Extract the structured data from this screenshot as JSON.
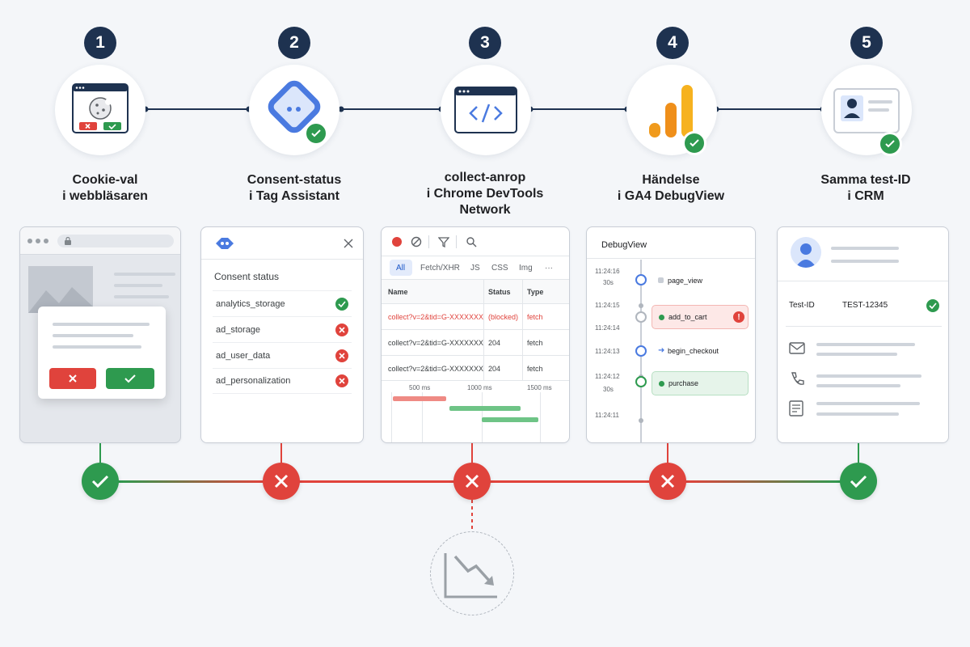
{
  "colors": {
    "navy": "#1e3250",
    "green": "#2e9a4f",
    "red": "#e0433c",
    "blue": "#4a7ae0",
    "orange": "#f09a1c"
  },
  "steps": [
    {
      "number": "1",
      "title_line1": "Cookie-val",
      "title_line2": "i webbläsaren",
      "icon": "cookie-banner-icon",
      "status": "ok"
    },
    {
      "number": "2",
      "title_line1": "Consent-status",
      "title_line2": "i Tag Assistant",
      "icon": "tag-assistant-icon",
      "status": "bad"
    },
    {
      "number": "3",
      "title_line1": "collect-anrop",
      "title_line2": "i Chrome DevTools",
      "title_line3": "Network",
      "icon": "code-window-icon",
      "status": "bad"
    },
    {
      "number": "4",
      "title_line1": "Händelse",
      "title_line2": "i GA4 DebugView",
      "icon": "ga4-bars-icon",
      "status": "bad"
    },
    {
      "number": "5",
      "title_line1": "Samma test-ID",
      "title_line2": "i CRM",
      "icon": "contact-card-icon",
      "status": "ok"
    }
  ],
  "consent": {
    "title": "Consent status",
    "rows": [
      {
        "name": "analytics_storage",
        "status": "granted"
      },
      {
        "name": "ad_storage",
        "status": "denied"
      },
      {
        "name": "ad_user_data",
        "status": "denied"
      },
      {
        "name": "ad_personalization",
        "status": "denied"
      }
    ]
  },
  "network": {
    "tabs": [
      "All",
      "Fetch/XHR",
      "JS",
      "CSS",
      "Img",
      "···"
    ],
    "headers": {
      "name": "Name",
      "status": "Status",
      "type": "Type"
    },
    "rows": [
      {
        "name": "collect?v=2&tid=G-XXXXXXX",
        "status": "(blocked)",
        "type": "fetch",
        "error": true
      },
      {
        "name": "collect?v=2&tid=G-XXXXXXX",
        "status": "204",
        "type": "fetch",
        "error": false
      },
      {
        "name": "collect?v=2&tid=G-XXXXXXX",
        "status": "204",
        "type": "fetch",
        "error": false
      }
    ],
    "timeline_ticks": [
      "500 ms",
      "1000 ms",
      "1500 ms"
    ]
  },
  "debugview": {
    "title": "DebugView",
    "times": [
      "11:24:16",
      "30s",
      "11:24:15",
      "11:24:14",
      "11:24:13",
      "11:24:12",
      "30s",
      "11:24:11"
    ],
    "events": [
      {
        "name": "page_view",
        "state": "normal"
      },
      {
        "name": "add_to_cart",
        "state": "error"
      },
      {
        "name": "begin_checkout",
        "state": "normal"
      },
      {
        "name": "purchase",
        "state": "success"
      }
    ],
    "error_mark": "!"
  },
  "crm": {
    "id_label": "Test-ID",
    "id_value": "TEST-12345"
  }
}
